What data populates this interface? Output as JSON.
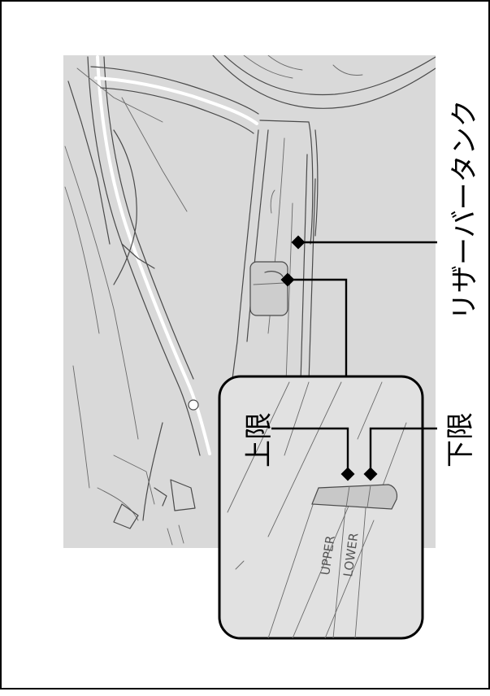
{
  "labels": {
    "reservoir_tank": "リザーバータンク",
    "upper_limit": "上限",
    "lower_limit": "下限"
  },
  "tank_markings": {
    "upper": "UPPER",
    "lower": "LOWER"
  },
  "colors": {
    "background_panel": "#d9d9d9",
    "inset_panel": "#e1e1e1",
    "tank_body": "#c8c8c8",
    "leader_line": "#000000",
    "border": "#000000"
  }
}
